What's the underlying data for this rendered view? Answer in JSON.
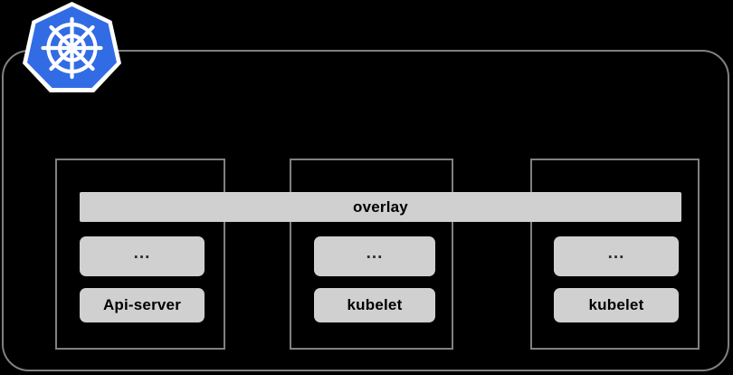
{
  "diagram": {
    "title": "kubernetes-cluster-overlay-diagram",
    "logo": {
      "name": "kubernetes-logo",
      "color": "#326ce5",
      "glyph_color": "#ffffff"
    },
    "cluster": {
      "border_color": "#808080",
      "background": "#000000"
    },
    "overlay": {
      "label": "overlay",
      "fill": "#d0d0d0",
      "text_color": "#000000"
    },
    "nodes": [
      {
        "id": "node-1",
        "middle_label": "...",
        "bottom_label": "Api-server"
      },
      {
        "id": "node-2",
        "middle_label": "...",
        "bottom_label": "kubelet"
      },
      {
        "id": "node-3",
        "middle_label": "...",
        "bottom_label": "kubelet"
      }
    ]
  }
}
